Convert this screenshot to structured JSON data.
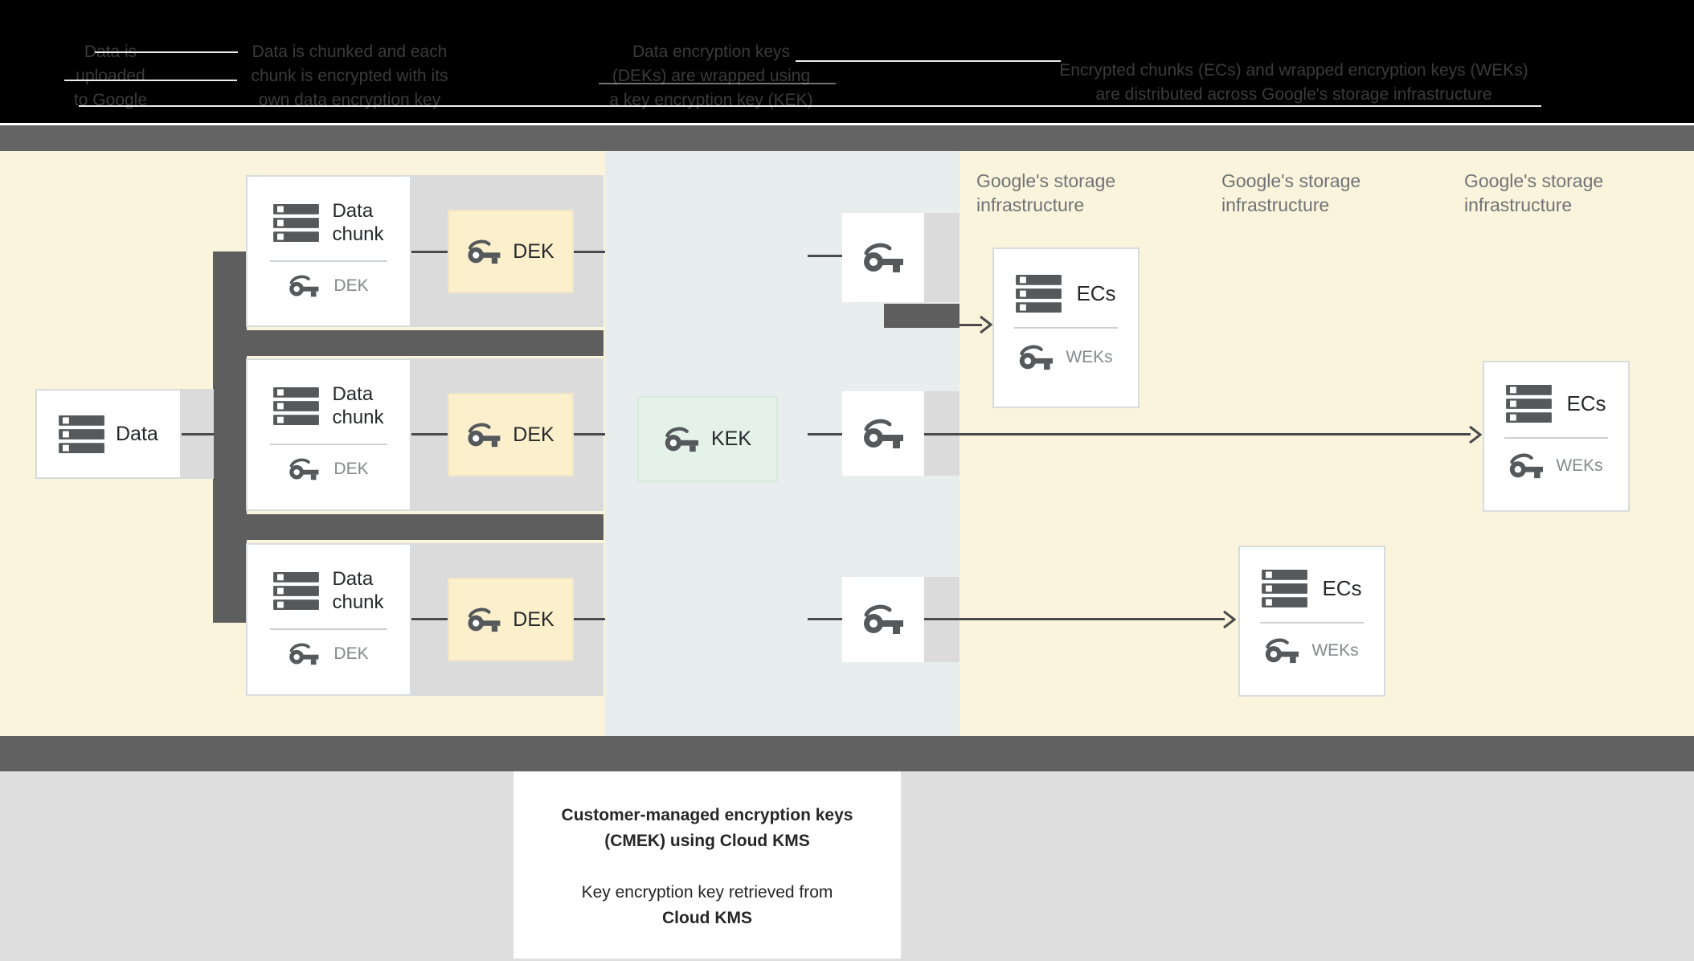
{
  "header": {
    "columns": [
      {
        "lines": [
          "Data is",
          "uploaded",
          "to Google"
        ]
      },
      {
        "lines": [
          "Data is chunked and each",
          "chunk is encrypted with its",
          "own data encryption key"
        ]
      },
      {
        "lines": [
          "Data encryption keys",
          "(DEKs) are wrapped using",
          "a key encryption key (KEK)"
        ]
      },
      {
        "lines": [
          "Encrypted chunks (ECs) and wrapped encryption keys (WEKs)",
          "are distributed across Google's storage infrastructure"
        ]
      }
    ]
  },
  "diagram": {
    "data_box": {
      "label": "Data"
    },
    "chunks": [
      {
        "title_lines": [
          "Data",
          "chunk"
        ],
        "key_label": "DEK"
      },
      {
        "title_lines": [
          "Data",
          "chunk"
        ],
        "key_label": "DEK"
      },
      {
        "title_lines": [
          "Data",
          "chunk"
        ],
        "key_label": "DEK"
      }
    ],
    "dek_boxes": [
      {
        "label": "DEK"
      },
      {
        "label": "DEK"
      },
      {
        "label": "DEK"
      }
    ],
    "kek_box": {
      "label": "KEK"
    },
    "storage_labels": [
      {
        "lines": [
          "Google's storage",
          "infrastructure"
        ]
      },
      {
        "lines": [
          "Google's storage",
          "infrastructure"
        ]
      },
      {
        "lines": [
          "Google's storage",
          "infrastructure"
        ]
      }
    ],
    "ecs_boxes": [
      {
        "title": "ECs",
        "key_label": "WEKs"
      },
      {
        "title": "ECs",
        "key_label": "WEKs"
      },
      {
        "title": "ECs",
        "key_label": "WEKs"
      }
    ]
  },
  "caption": {
    "title_line1": "Customer-managed encryption keys",
    "title_line2": "(CMEK) using Cloud KMS",
    "body_line1": "Key encryption key retrieved from",
    "body_line2": "Cloud KMS"
  },
  "colors": {
    "canvas_black": "#000000",
    "header_text": "#3B3B3B",
    "bar_gray": "#646464",
    "panel_yellow": "#FBF4DC",
    "panel_blue": "#E8EDEE",
    "band_gray": "#DBDBDB",
    "dark_connector": "#5E5E5E",
    "dek_yellow": "#FCF0CC",
    "kek_green": "#E4F2E9",
    "bottom_gray": "#DFDFDF",
    "icon_gray": "#55595C",
    "muted_text": "#85898D",
    "label_text": "#26282B",
    "storage_label_text": "#6F7377",
    "line_dark": "#4A4A4A",
    "box_border": "#D8DBDE"
  }
}
